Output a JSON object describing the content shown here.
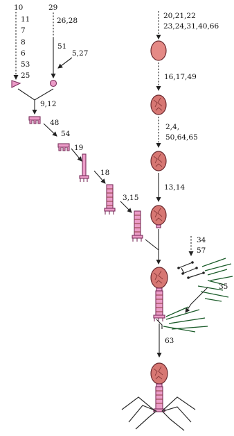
{
  "colors": {
    "head_fill": "#e58a86",
    "tail_fill": "#eb9ac8",
    "fiber_green": "#1b5c2a",
    "line": "#222222"
  },
  "labels": {
    "baseplate_genes": [
      "10",
      "11",
      "7",
      "8",
      "6",
      "53",
      "25"
    ],
    "hub_gene_top": "29",
    "hub_gene_side": "26,28",
    "hub_gene_mid": "51",
    "hub_gene_join": "5,27",
    "baseplate_join": "9,12",
    "tube_1": "48",
    "tube_2": "54",
    "tube_3": "19",
    "sheath": "18",
    "neck": "3,15",
    "head_genes_line1": "20,21,22",
    "head_genes_line2": "23,24,31,40,66",
    "head_step2": "16,17,49",
    "head_step3_line1": "2,4,",
    "head_step3_line2": "50,64,65",
    "head_step4": "13,14",
    "fiber_genes_1": "34",
    "fiber_genes_2": "57",
    "fiber_join": "35",
    "final_join": "63"
  }
}
